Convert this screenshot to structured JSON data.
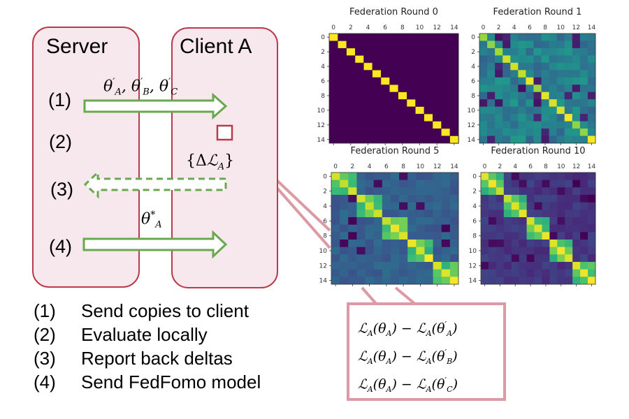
{
  "diagram": {
    "server": {
      "title": "Server"
    },
    "client": {
      "title": "Client A"
    },
    "steps": [
      "(1)",
      "(2)",
      "(3)",
      "(4)"
    ],
    "arrow_labels": {
      "send_copies": {
        "base": "θ",
        "parts": [
          {
            "sup": "′",
            "sub": "A"
          },
          {
            "sup": "′",
            "sub": "B"
          },
          {
            "sup": "′",
            "sub": "C"
          }
        ]
      },
      "report_deltas": {
        "text": "{ΔℒA}"
      },
      "send_model": {
        "base": "θ",
        "sup": "*",
        "sub": "A"
      }
    },
    "legend": [
      {
        "num": "(1)",
        "text": "Send copies to client"
      },
      {
        "num": "(2)",
        "text": "Evaluate locally"
      },
      {
        "num": "(3)",
        "text": "Report back deltas"
      },
      {
        "num": "(4)",
        "text": "Send FedFomo model"
      }
    ],
    "equations": [
      {
        "lhs": "ℒ",
        "lhs_sub": "A",
        "arg1": "θ",
        "arg1_sub": "A",
        "arg2": "θ",
        "arg2_sup": "′",
        "arg2_sub": "A"
      },
      {
        "lhs": "ℒ",
        "lhs_sub": "A",
        "arg1": "θ",
        "arg1_sub": "A",
        "arg2": "θ",
        "arg2_sup": "′",
        "arg2_sub": "B"
      },
      {
        "lhs": "ℒ",
        "lhs_sub": "A",
        "arg1": "θ",
        "arg1_sub": "A",
        "arg2": "θ",
        "arg2_sup": "′",
        "arg2_sub": "C"
      }
    ],
    "colors": {
      "panel_border": "#b83a4b",
      "panel_fill": "#f6e8ec",
      "arrow": "#6aa84f",
      "callout": "#dd9aa5"
    }
  },
  "chart_data": [
    {
      "type": "heatmap",
      "title": "Federation Round 0",
      "colormap": "viridis",
      "x_ticks": [
        "0",
        "2",
        "4",
        "6",
        "8",
        "10",
        "12",
        "14"
      ],
      "y_ticks": [
        "0",
        "2",
        "4",
        "6",
        "8",
        "10",
        "12",
        "14"
      ],
      "size": 15,
      "pattern": "identity",
      "description": "diagonal cells = 1.0 (yellow), all off-diagonal = 0.0 (dark purple)"
    },
    {
      "type": "heatmap",
      "title": "Federation Round 1",
      "colormap": "viridis",
      "x_ticks": [
        "0",
        "2",
        "4",
        "6",
        "8",
        "10",
        "12",
        "14"
      ],
      "y_ticks": [
        "0",
        "2",
        "4",
        "6",
        "8",
        "10",
        "12",
        "14"
      ],
      "size": 15,
      "pattern": "noisy-diagonal",
      "description": "bright diagonal (~0.8-1.0), off-diagonal mostly mid teal (~0.4-0.5) with scattered dark cells"
    },
    {
      "type": "heatmap",
      "title": "Federation Round 5",
      "colormap": "viridis",
      "x_ticks": [
        "0",
        "2",
        "4",
        "6",
        "8",
        "10",
        "12",
        "14"
      ],
      "y_ticks": [
        "0",
        "2",
        "4",
        "6",
        "8",
        "10",
        "12",
        "14"
      ],
      "size": 15,
      "pattern": "block-diagonal",
      "blocks": [
        [
          0,
          2
        ],
        [
          3,
          5
        ],
        [
          6,
          8
        ],
        [
          9,
          11
        ],
        [
          12,
          14
        ]
      ],
      "description": "five 3x3 bright blocks along diagonal; off-diagonal ~0.3 blue with a few dark outliers"
    },
    {
      "type": "heatmap",
      "title": "Federation Round 10",
      "colormap": "viridis",
      "x_ticks": [
        "0",
        "2",
        "4",
        "6",
        "8",
        "10",
        "12",
        "14"
      ],
      "y_ticks": [
        "0",
        "2",
        "4",
        "6",
        "8",
        "10",
        "12",
        "14"
      ],
      "size": 15,
      "pattern": "block-diagonal",
      "blocks": [
        [
          0,
          2
        ],
        [
          3,
          5
        ],
        [
          6,
          8
        ],
        [
          9,
          11
        ],
        [
          12,
          14
        ]
      ],
      "description": "five 3x3 bright blocks along diagonal; off-diagonal ~0.15 indigo"
    }
  ]
}
